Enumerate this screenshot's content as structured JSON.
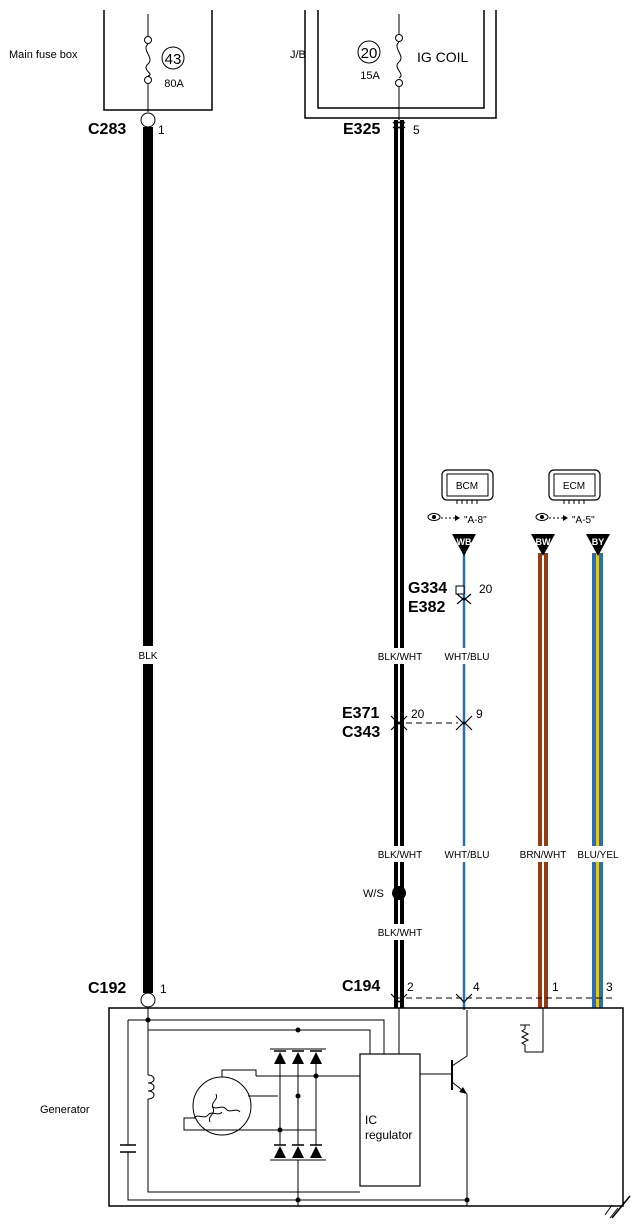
{
  "labels": {
    "main_fuse_box": "Main fuse box",
    "jb": "J/B",
    "fuse1_num": "43",
    "fuse1_amp": "80A",
    "fuse2_num": "20",
    "fuse2_amp": "15A",
    "ig_coil": "IG COIL",
    "generator": "Generator",
    "ic_line1": "IC",
    "ic_line2": "regulator",
    "ws": "W/S"
  },
  "modules": [
    {
      "name": "BCM",
      "ref": "\"A-8\"",
      "badge": "WB"
    },
    {
      "name": "ECM",
      "ref": "\"A-5\"",
      "badge": "BW"
    }
  ],
  "badge_by": "BY",
  "connectors": {
    "c283": "C283",
    "c283_pin": "1",
    "e325": "E325",
    "e325_pin": "5",
    "g334": "G334",
    "e382": "E382",
    "g334_pin": "20",
    "e371": "E371",
    "c343": "C343",
    "e371_pin": "20",
    "c343_pin": "9",
    "c192": "C192",
    "c192_pin": "1",
    "c194": "C194",
    "c194_pins": [
      "2",
      "4",
      "1",
      "3"
    ]
  },
  "wires": {
    "blk": "BLK",
    "blk_wht": "BLK/WHT",
    "wht_blu": "WHT/BLU",
    "brn_wht": "BRN/WHT",
    "blu_yel": "BLU/YEL"
  },
  "colors": {
    "blue": "#2a6fb5",
    "brown": "#9a3a10",
    "yellow": "#e0c81a",
    "black": "#000000"
  }
}
